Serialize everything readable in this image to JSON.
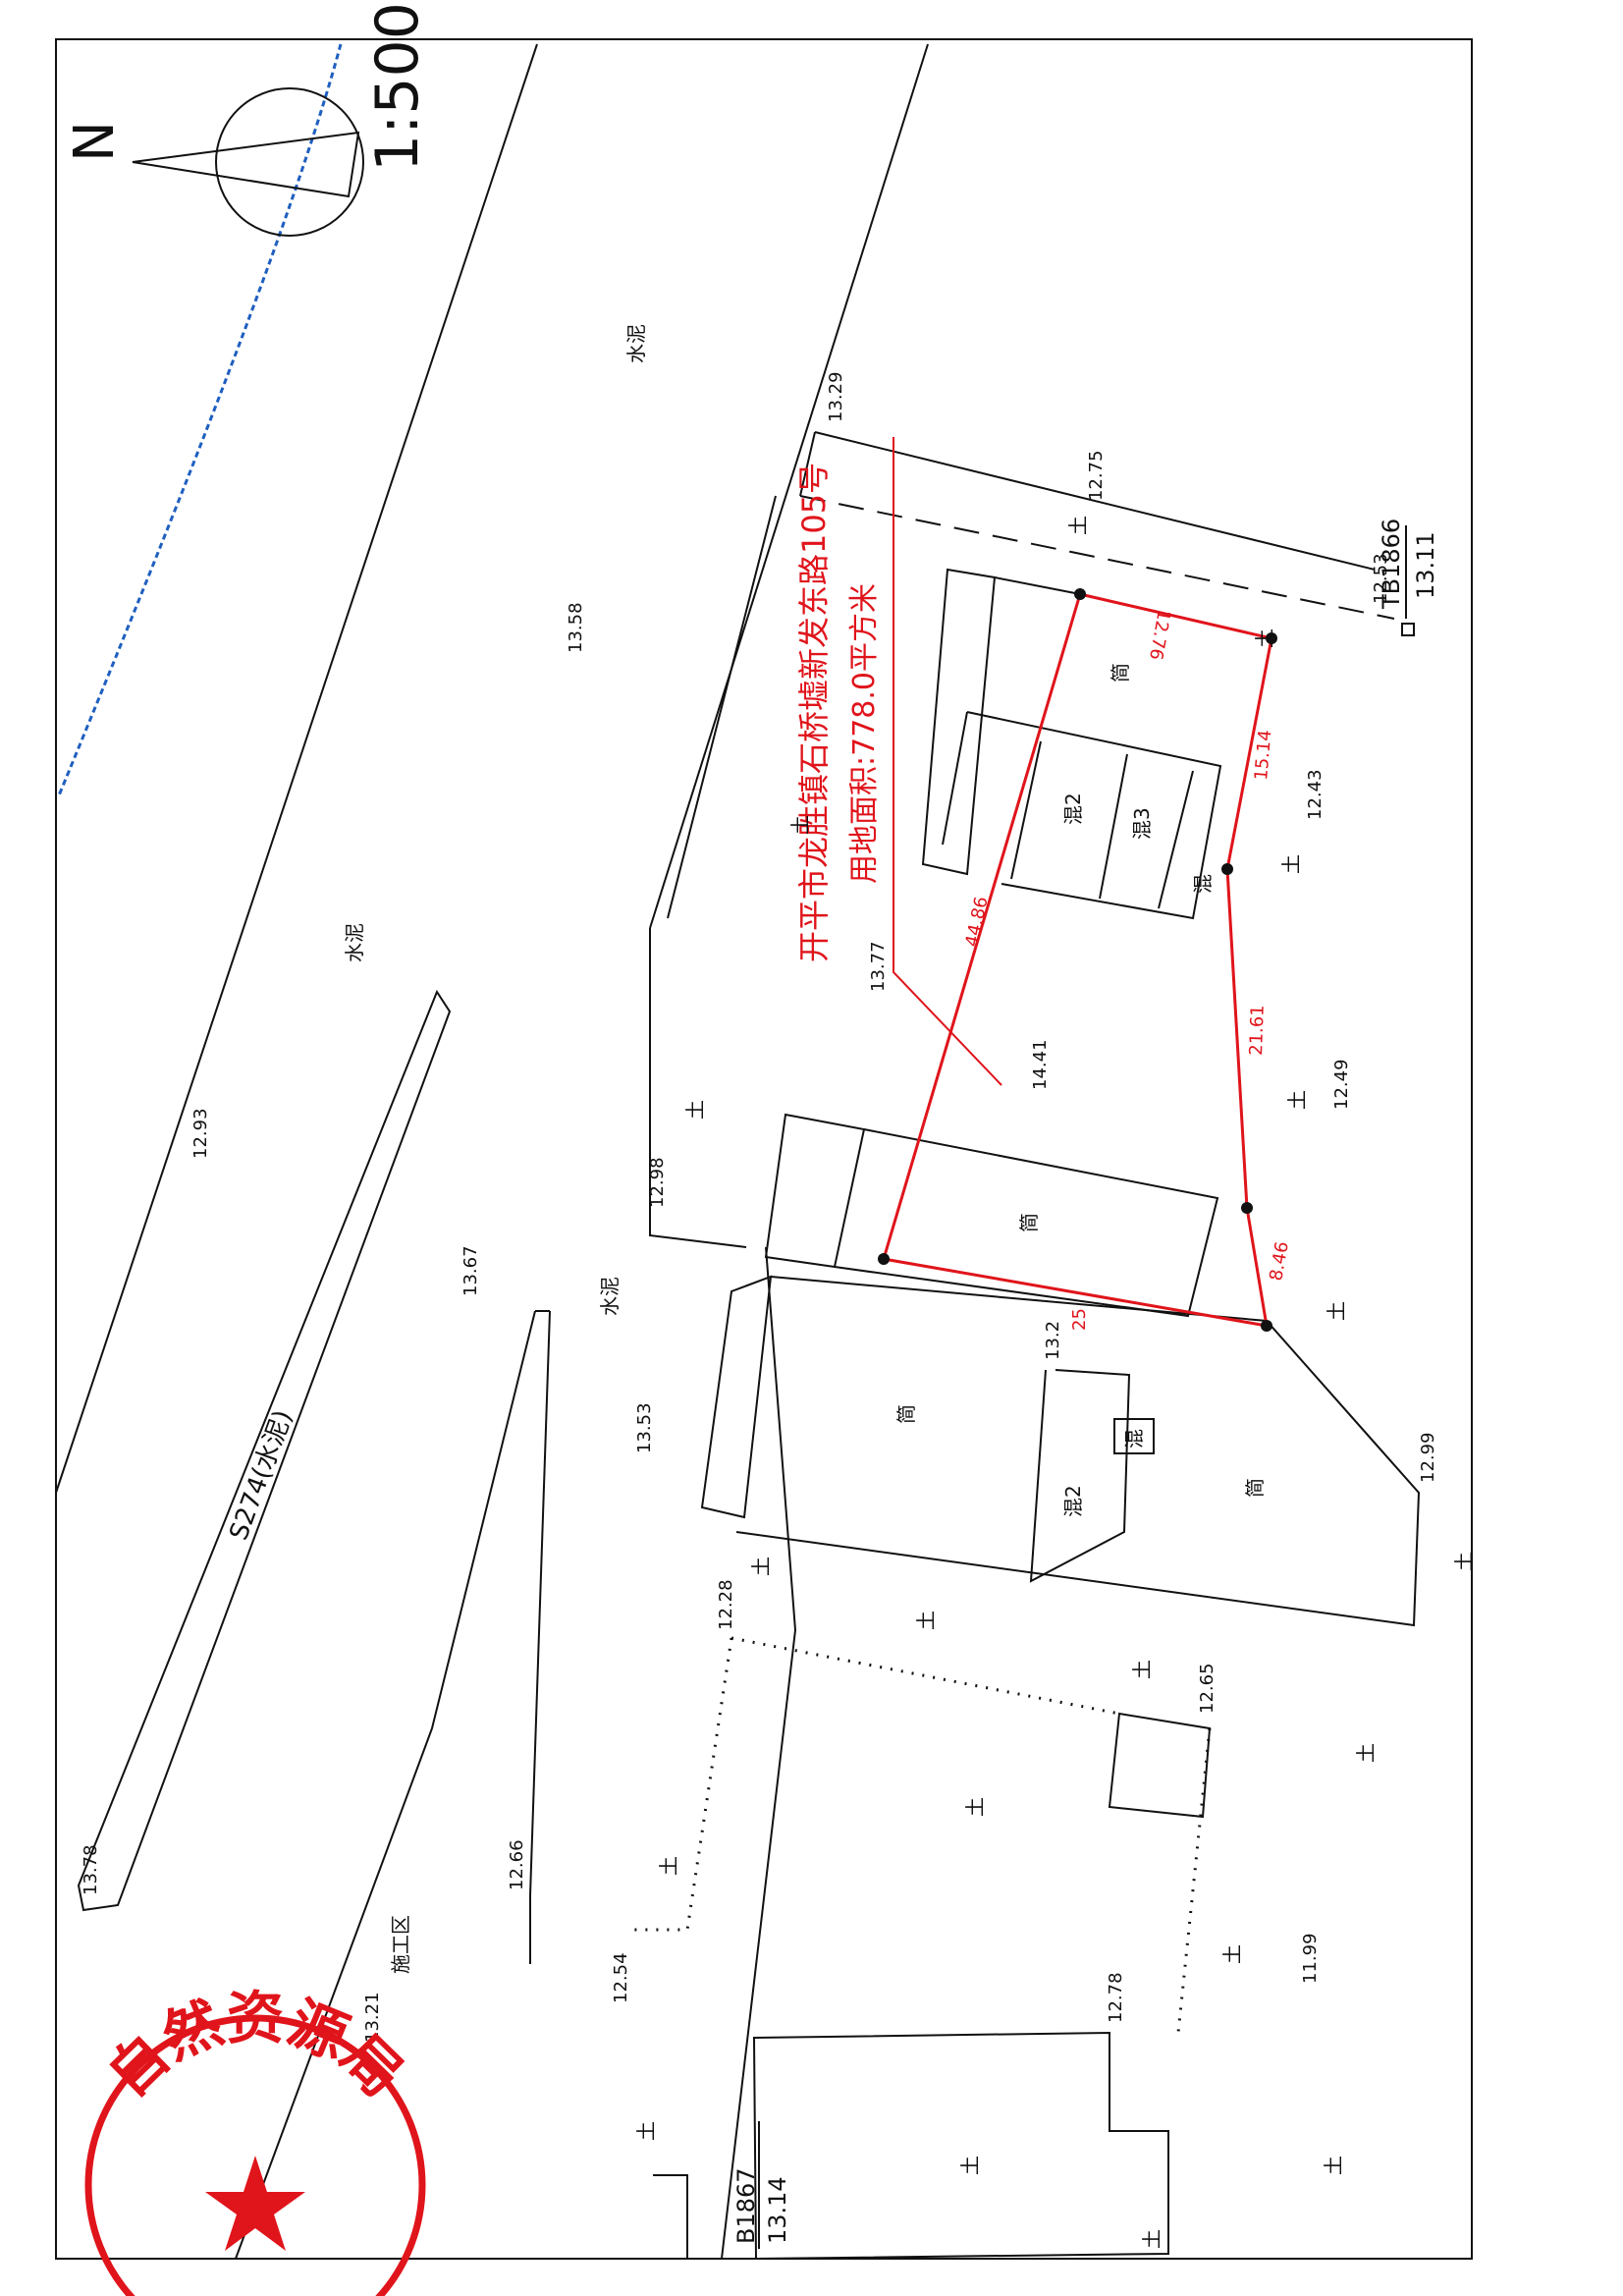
{
  "map": {
    "scale": "1:500",
    "north": "N",
    "road": "S274(水泥)",
    "construction_zone": "施工区",
    "parcel": {
      "address": "开平市龙胜镇石桥墟新发东路105号",
      "area": "用地面积:778.0平方米",
      "edges": [
        "44.86",
        "12.76",
        "15.14",
        "21.61",
        "8.46",
        "25"
      ]
    },
    "control_points": [
      {
        "id": "TB1866",
        "value": "13.11"
      },
      {
        "id": "B1867",
        "value": "13.14"
      }
    ],
    "elevations": [
      "13.29",
      "12.75",
      "12.53",
      "13.58",
      "12.43",
      "12.49",
      "13.77",
      "14.41",
      "12.98",
      "13.2",
      "12.99",
      "12.93",
      "13.67",
      "13.53",
      "12.28",
      "12.65",
      "12.66",
      "12.54",
      "12.78",
      "11.99",
      "13.78",
      "13.21"
    ],
    "materials": {
      "cement": "水泥",
      "soil": "土",
      "simple": "简",
      "mix2": "混2",
      "mix3": "混3",
      "mix": "混"
    },
    "stamp": {
      "text": "自然资源局",
      "color": "#e0141b"
    },
    "colors": {
      "parcel": "#e0141b",
      "river": "#1f5fbf",
      "lines": "#111111"
    }
  }
}
